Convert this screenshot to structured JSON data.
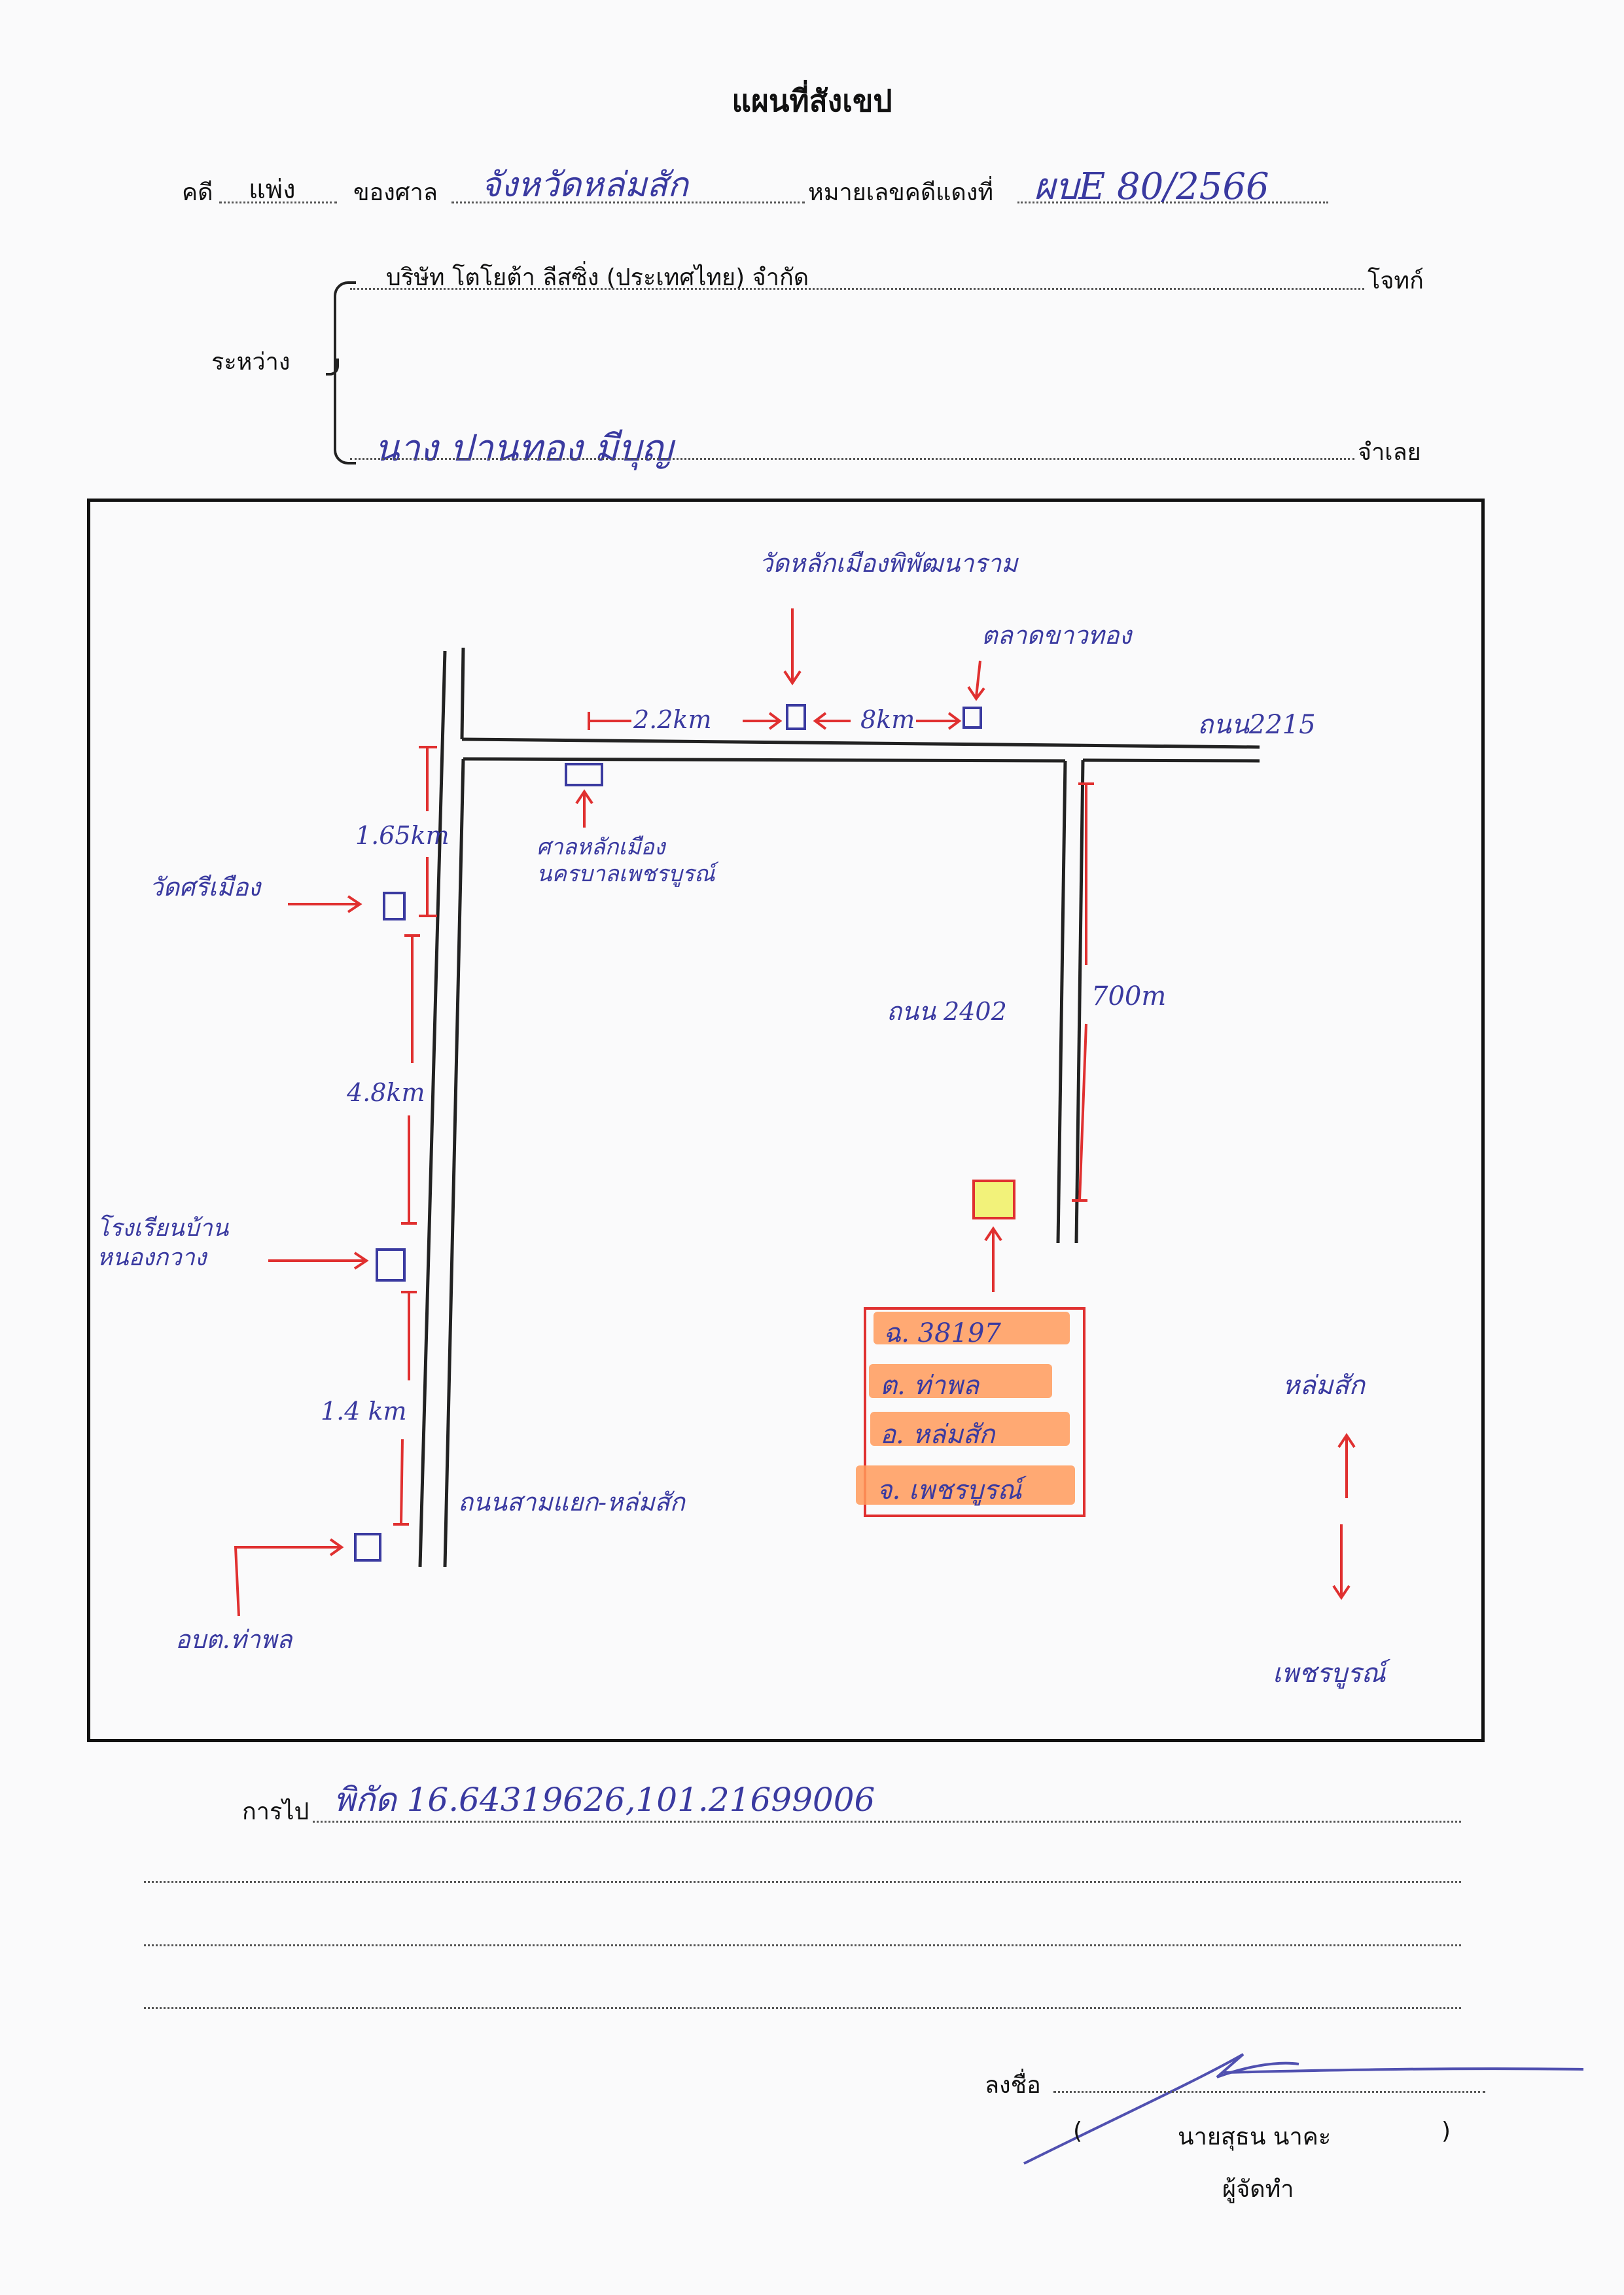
{
  "title": "แผนที่สังเขป",
  "header": {
    "case_label": "คดี",
    "case_type": "แพ่ง",
    "court_label": "ของศาล",
    "court_value": "จังหวัดหล่มสัก",
    "red_case_label": "หมายเลขคดีแดงที่",
    "red_case_value": "ผบE 80/2566"
  },
  "parties": {
    "between_label": "ระหว่าง",
    "plaintiff_value": "บริษัท โตโยต้า ลีสซิ่ง (ประเทศไทย) จำกัด",
    "plaintiff_label": "โจทก์",
    "defendant_value": "นาง ปานทอง   มีบุญ",
    "defendant_label": "จำเลย"
  },
  "map": {
    "temple_top": "วัดหลักเมืองพิพัฒนาราม",
    "market": "ตลาดขาวทอง",
    "road_2215": "ถนน2215",
    "dist_22": "2.2km",
    "dist_8": "8km",
    "city_pillar": "ศาลหลักเมือง\nนครบาลเพชรบูรณ์",
    "dist_165": "1.65km",
    "temple_left": "วัดศรีเมือง",
    "road_2402": "ถนน 2402",
    "dist_700": "700m",
    "dist_48": "4.8km",
    "school": "โรงเรียนบ้าน\nหนองกวาง",
    "dist_14": "1.4 km",
    "road_main": "ถนนสามแยก-หล่มสัก",
    "obt": "อบต.ท่าพล",
    "north": "หล่มสัก",
    "south": "เพชรบูรณ์",
    "plot": {
      "deed": "ฉ. 38197",
      "subdistrict": "ต. ท่าพล",
      "district": "อ. หล่มสัก",
      "province": "จ. เพชรบูรณ์"
    }
  },
  "directions": {
    "label": "การไป",
    "value": "พิกัด 16.64319626,101.21699006"
  },
  "signature": {
    "sign_label": "ลงชื่อ",
    "name": "นายสุธน  นาคะ",
    "open_paren": "(",
    "close_paren": ")",
    "role": "ผู้จัดทำ"
  },
  "colors": {
    "ink_blue": "#3a3aa0",
    "ink_red": "#e03030",
    "highlight": "#ff9a5a",
    "plot_fill": "#f2f27a"
  }
}
